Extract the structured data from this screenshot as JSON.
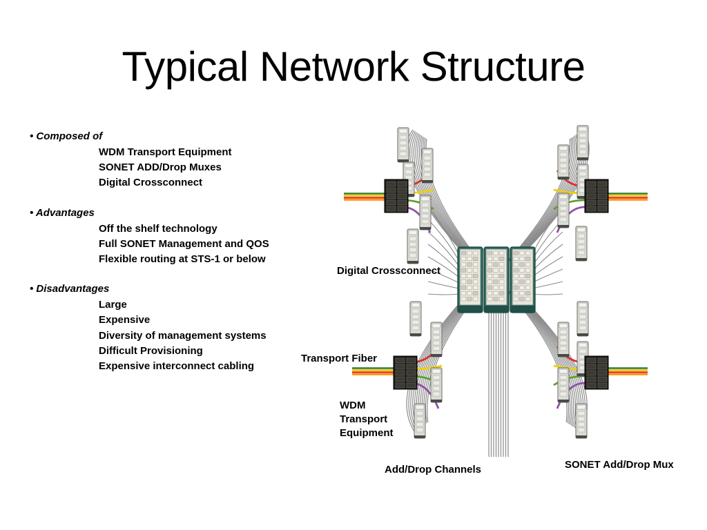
{
  "title": "Typical Network Structure",
  "sections": [
    {
      "heading": "Composed of",
      "items": [
        "WDM Transport Equipment",
        "SONET ADD/Drop Muxes",
        "Digital Crossconnect"
      ]
    },
    {
      "heading": "Advantages",
      "items": [
        "Off the shelf  technology",
        "Full SONET Management and QOS",
        "Flexible routing at STS-1 or below"
      ]
    },
    {
      "heading": "Disadvantages",
      "items": [
        "Large",
        "Expensive",
        "Diversity of management systems",
        "Difficult Provisioning",
        "Expensive interconnect cabling"
      ]
    }
  ],
  "diagram_labels": {
    "crossconnect": "Digital Crossconnect",
    "transport_fiber": "Transport Fiber",
    "wdm_line1": "WDM",
    "wdm_line2": "Transport",
    "wdm_line3": "Equipment",
    "add_drop": "Add/Drop Channels",
    "sonet_mux": "SONET Add/Drop Mux"
  },
  "colors": {
    "fiber_bundle": [
      "#2e7d32",
      "#f2c300",
      "#e0301e",
      "#ff8c00"
    ],
    "branch_links": [
      "#d9302a",
      "#f0d000",
      "#5aa02c",
      "#8e4fa8"
    ],
    "crossconnect_cabinet": "#2f6e64",
    "cable": "#8a8a8a"
  }
}
